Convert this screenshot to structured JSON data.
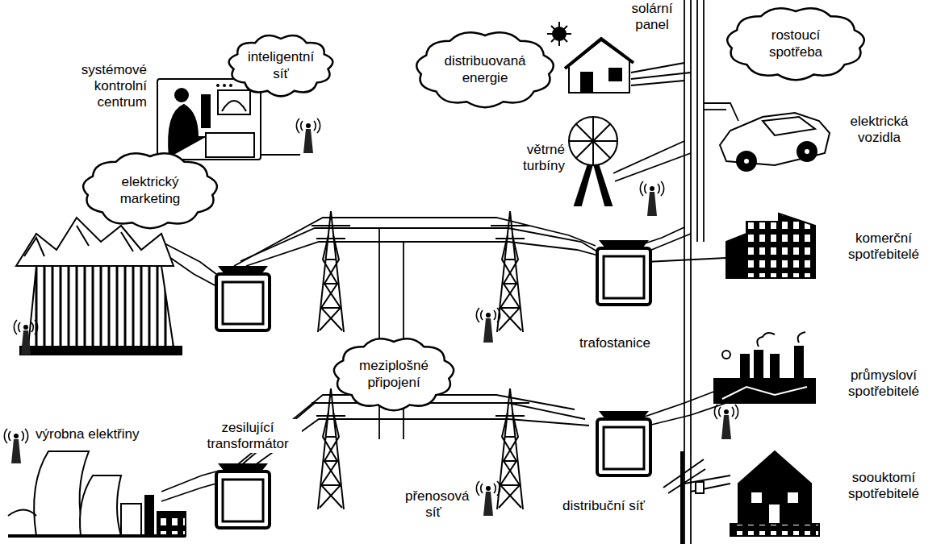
{
  "diagram": {
    "nodes": [
      {
        "text": [
          "inteligentní síť"
        ]
      },
      {
        "text": [
          "distribuovaná energie"
        ]
      },
      {
        "text": [
          "rostoucí spotřeba"
        ]
      },
      {
        "text": [
          "elektrický marketing"
        ]
      },
      {
        "text": [
          "meziplošné připojení"
        ]
      }
    ],
    "labels": [
      "systémové kontrolní centrum",
      "solární panel",
      "elektrická vozidla",
      "větrné turbíny",
      "komerční spotřebitelé",
      "trafostanice",
      "průmysloví spotřebitelé",
      "výrobna elektřiny",
      "zesilující transformátor",
      "soouktomí spotřebitelé",
      "přenosová síť",
      "distribuční síť"
    ]
  }
}
